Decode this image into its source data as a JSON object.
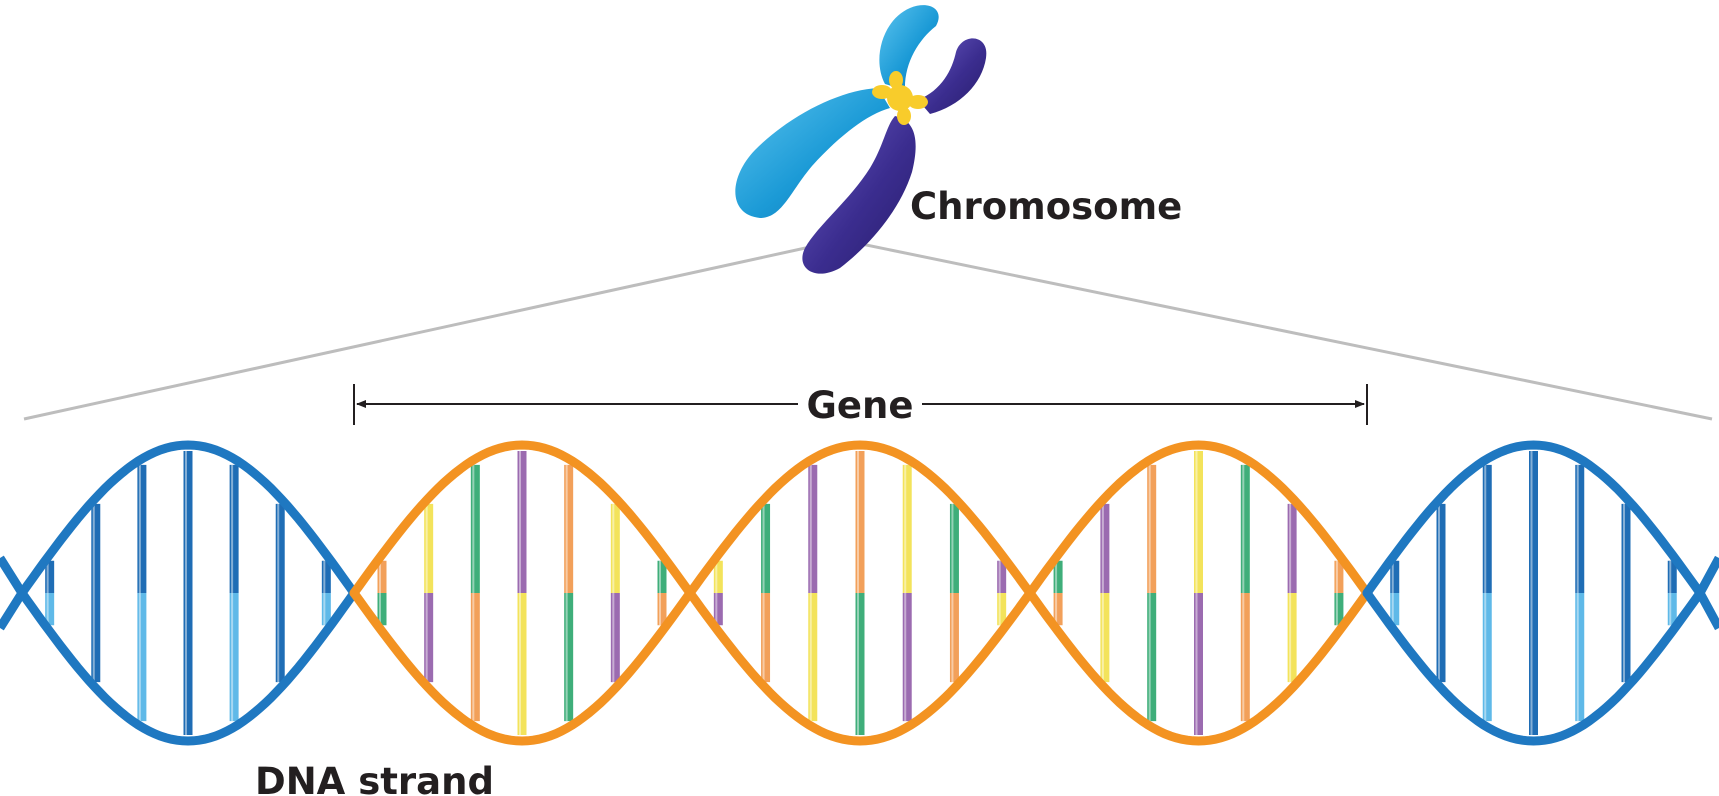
{
  "labels": {
    "chromosome": "Chromosome",
    "gene": "Gene",
    "dna_strand": "DNA strand"
  },
  "colors": {
    "background": "#ffffff",
    "outside_strand": "#1f78c1",
    "outside_rung": "#1f6db5",
    "gene_strand": "#f39322",
    "rung_palette": [
      "#9b6bb0",
      "#f2a05a",
      "#f3e35b",
      "#3fae7a"
    ],
    "chromosome_light": "#1b9ad6",
    "chromosome_dark": "#3b2d8f",
    "centromere": "#f8cc2b",
    "zoom_line": "#bdbdbd",
    "text": "#231f20"
  }
}
